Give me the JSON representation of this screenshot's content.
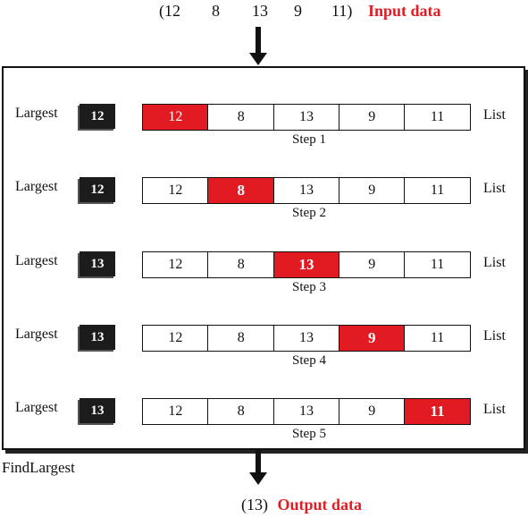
{
  "input": {
    "values": [
      "(12",
      "8",
      "13",
      "9",
      "11)"
    ],
    "label": "Input data"
  },
  "frame_label": "FindLargest",
  "largest_label": "Largest",
  "list_label": "List",
  "steps": [
    {
      "label": "Step 1",
      "largest": "12",
      "active": 0,
      "cells": [
        "12",
        "8",
        "13",
        "9",
        "11"
      ]
    },
    {
      "label": "Step 2",
      "largest": "12",
      "active": 1,
      "cells": [
        "12",
        "8",
        "13",
        "9",
        "11"
      ]
    },
    {
      "label": "Step 3",
      "largest": "13",
      "active": 2,
      "cells": [
        "12",
        "8",
        "13",
        "9",
        "11"
      ]
    },
    {
      "label": "Step 4",
      "largest": "13",
      "active": 3,
      "cells": [
        "12",
        "8",
        "13",
        "9",
        "11"
      ]
    },
    {
      "label": "Step 5",
      "largest": "13",
      "active": 4,
      "cells": [
        "12",
        "8",
        "13",
        "9",
        "11"
      ]
    }
  ],
  "output": {
    "value": "(13)",
    "label": "Output data"
  },
  "colors": {
    "highlight": "#e21b23",
    "largest_box": "#1c1c1c"
  }
}
